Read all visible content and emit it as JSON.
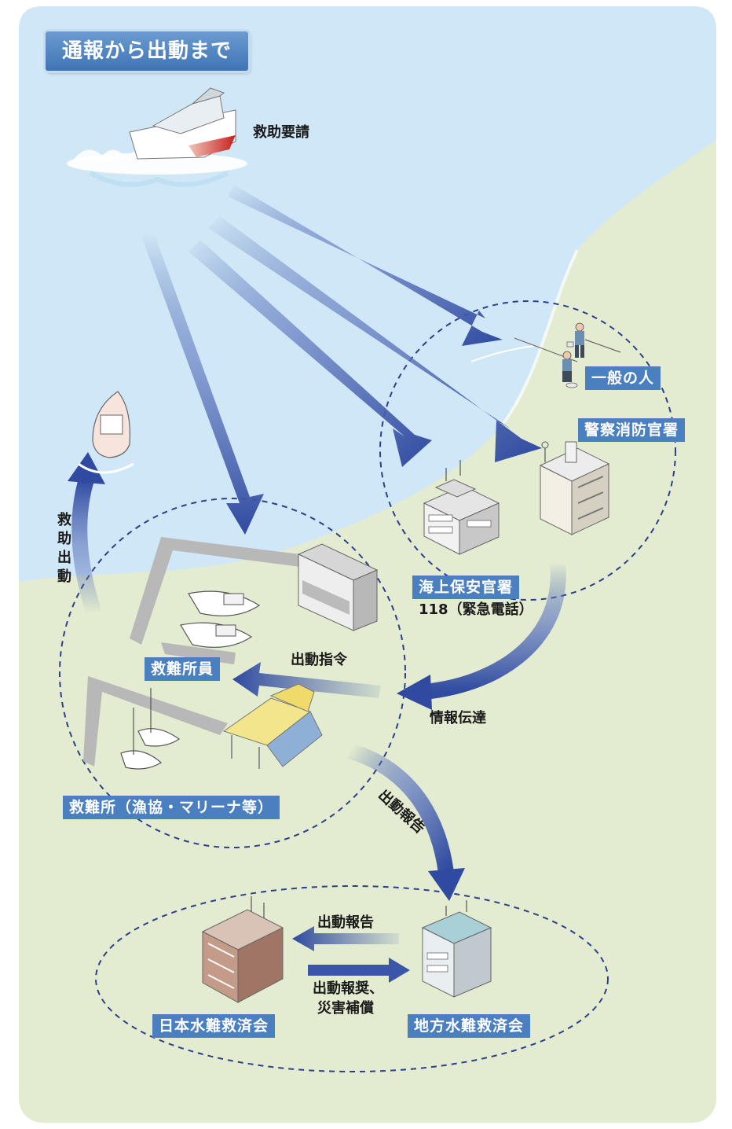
{
  "title": "通報から出動まで",
  "labels": {
    "rescue_request": "救助要請",
    "general_public": "一般の人",
    "police_fire": "警察消防官署",
    "coast_guard": "海上保安官署",
    "emergency_number": "118（緊急電話）",
    "info_transfer": "情報伝達",
    "dispatch_order": "出動指令",
    "rescue_staff": "救難所員",
    "rescue_dispatch": "救助出動",
    "rescue_station": "救難所（漁協・マリーナ等）",
    "dispatch_report": "出動報告",
    "dispatch_report_2": "出動報告",
    "reward_line1": "出動報奨、",
    "reward_line2": "災害補償",
    "japan_assoc": "日本水難救済会",
    "local_assoc": "地方水難救済会"
  },
  "colors": {
    "sea": "#cfe7f6",
    "land": "#e3ecd0",
    "label_box": "#4a7fc0",
    "arrow": "#3b56a8",
    "dashed_circle": "#2c3f8a"
  }
}
